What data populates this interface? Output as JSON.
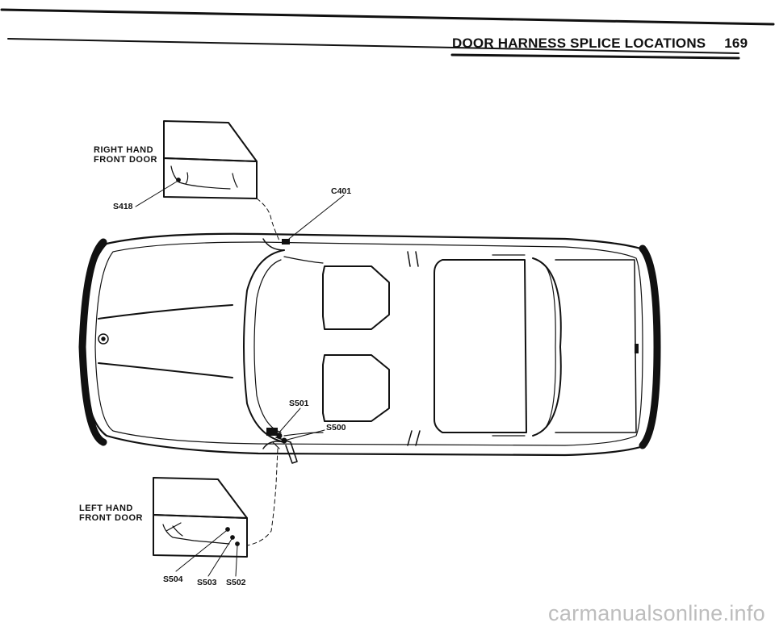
{
  "header": {
    "title": "DOOR HARNESS SPLICE LOCATIONS",
    "page_number": "169"
  },
  "doors": {
    "right": {
      "line1": "RIGHT HAND",
      "line2": "FRONT DOOR",
      "splice": "S418"
    },
    "left": {
      "line1": "LEFT HAND",
      "line2": "FRONT DOOR",
      "splices": [
        "S504",
        "S503",
        "S502"
      ]
    }
  },
  "body_labels": {
    "connector": "C401",
    "splice_a": "S501",
    "splice_b": "S500"
  },
  "watermark": "carmanualsonline.info"
}
